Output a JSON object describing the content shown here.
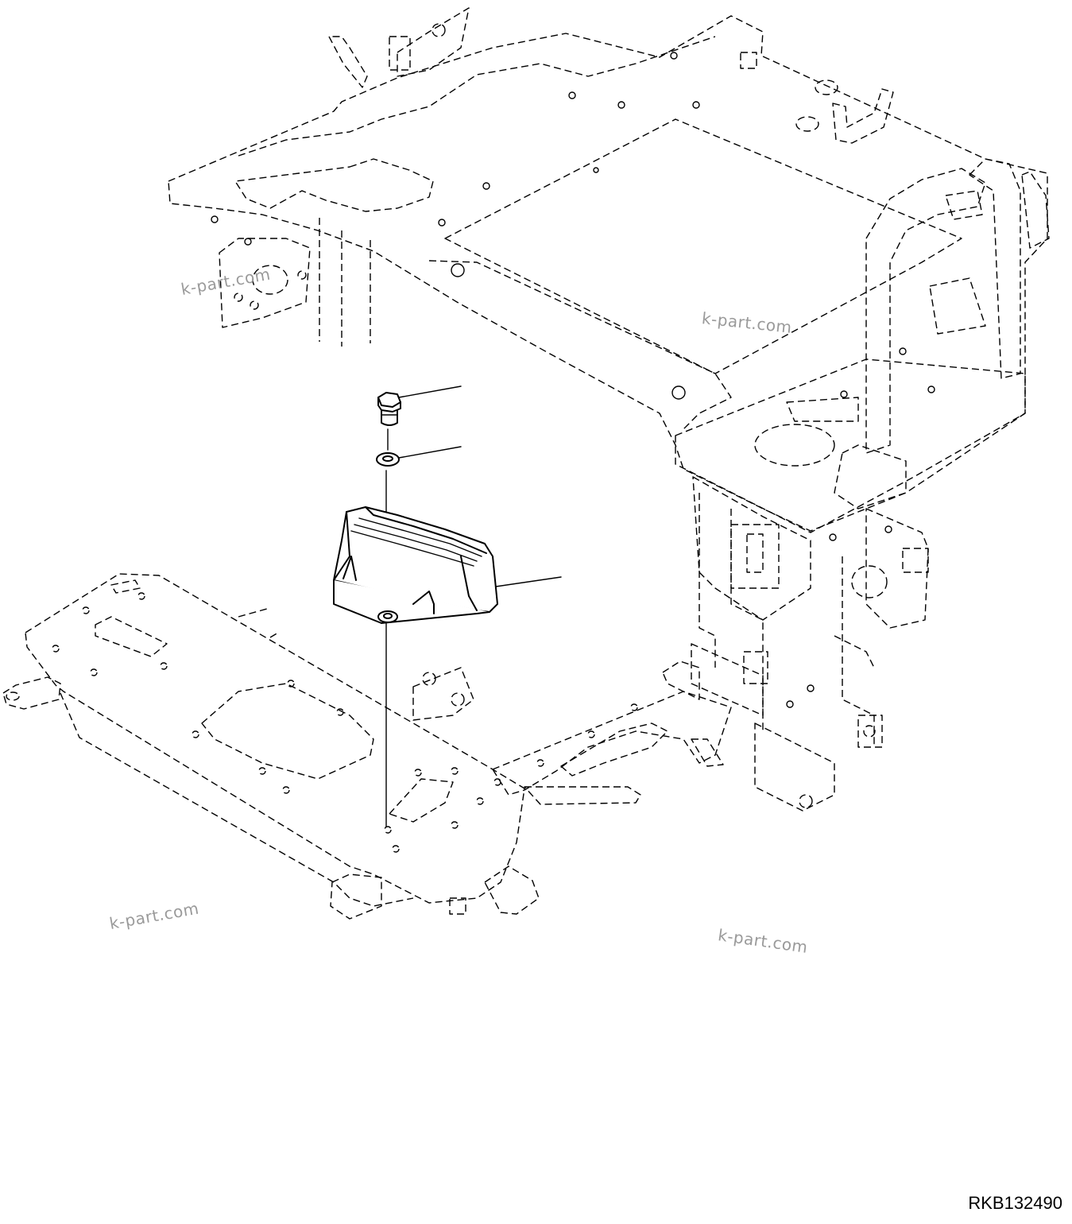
{
  "watermarks": [
    "k-part.com",
    "k-part.com",
    "k-part.com",
    "k-part.com"
  ],
  "drawing_id": "RKB132490",
  "colors": {
    "line": "#000000",
    "background": "#ffffff",
    "watermark": "#9a9a9a"
  }
}
